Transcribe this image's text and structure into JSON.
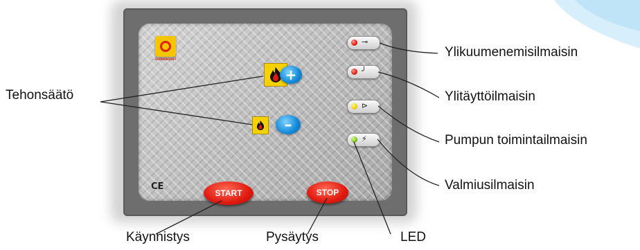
{
  "panel": {
    "logo": {
      "text": "SUPERBOOST"
    },
    "ce_mark": "CE",
    "buttons": {
      "start": "START",
      "stop": "STOP",
      "plus": "+",
      "minus": "–"
    },
    "indicators": [
      {
        "led_color": "#e01e10",
        "symbol": "⊸"
      },
      {
        "led_color": "#e01e10",
        "symbol": "╯"
      },
      {
        "led_color": "#f5d100",
        "symbol": "⊳"
      },
      {
        "led_color": "#7cc21a",
        "symbol": "⚡"
      }
    ]
  },
  "labels": {
    "ylikuumenemis": "Ylikuumenemisilmaisin",
    "ylitaytto": "Ylitäyttöilmaisin",
    "pumppu": "Pumpun toimintailmaisin",
    "valmius": "Valmiusilmaisin",
    "tehonsaato": "Tehonsäätö",
    "kaynnistys": "Käynnistys",
    "pysaytys": "Pysäytys",
    "led": "LED"
  },
  "colors": {
    "accent_swoosh": "#bfe3f7",
    "button_red": "#e01a10",
    "button_blue": "#1188d8",
    "flame_yellow": "#f5d100"
  }
}
